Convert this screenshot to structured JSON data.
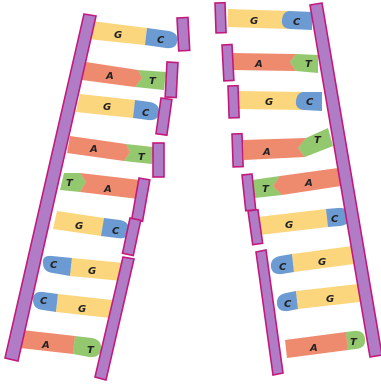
{
  "colors": {
    "backbone_fill": "#b07cc6",
    "backbone_stroke": "#c2197d",
    "A": "#ee8a6e",
    "T": "#93c86f",
    "G": "#fcd67d",
    "C": "#6b9bd2"
  },
  "left_strand_pairs": [
    {
      "outer": "G",
      "inner": "C"
    },
    {
      "outer": "A",
      "inner": "T"
    },
    {
      "outer": "G",
      "inner": "C"
    },
    {
      "outer": "A",
      "inner": "T"
    },
    {
      "outer": "T",
      "inner": "A"
    },
    {
      "outer": "G",
      "inner": "C"
    },
    {
      "outer": "C",
      "inner": "G"
    },
    {
      "outer": "C",
      "inner": "G"
    },
    {
      "outer": "A",
      "inner": "T"
    }
  ],
  "right_strand_pairs": [
    {
      "inner": "G",
      "outer": "C"
    },
    {
      "inner": "A",
      "outer": "T"
    },
    {
      "inner": "G",
      "outer": "C"
    },
    {
      "inner": "A",
      "outer": "T"
    },
    {
      "inner": "T",
      "outer": "A"
    },
    {
      "inner": "G",
      "outer": "C"
    },
    {
      "inner": "C",
      "outer": "G"
    },
    {
      "inner": "C",
      "outer": "G"
    },
    {
      "inner": "A",
      "outer": "T"
    }
  ]
}
